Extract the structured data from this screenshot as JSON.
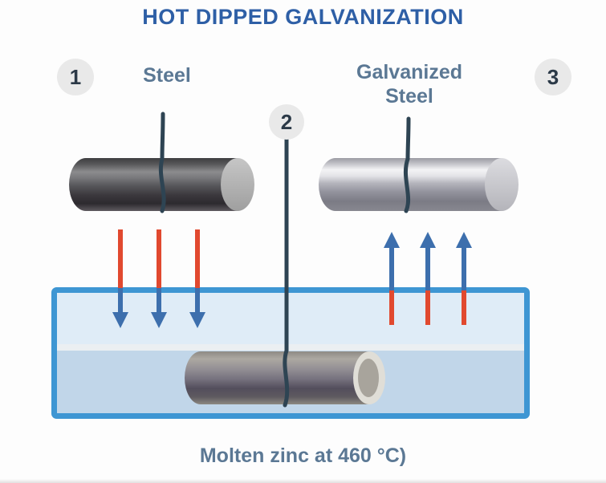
{
  "title": "HOT DIPPED GALVANIZATION",
  "steps": {
    "one": {
      "number": "1",
      "label": "Steel"
    },
    "two": {
      "number": "2"
    },
    "three": {
      "number": "3",
      "label_line1": "Galvanized",
      "label_line2": "Steel"
    }
  },
  "caption": "Molten zinc at 460 °C)",
  "colors": {
    "title_blue": "#2e5fa6",
    "label_blue_gray": "#5b7894",
    "step_circle_bg": "#e9e9e9",
    "step_number": "#2b3947",
    "tank_border_blue": "#3e96d3",
    "zinc_upper": "#dfecf7",
    "zinc_surface": "#ebeff2",
    "zinc_lower": "#c1d6e9",
    "arrow_red": "#e1492f",
    "arrow_blue": "#3d6fad",
    "wire_dark_slate": "#2e4453",
    "steel_dark": "#3b383d",
    "galvanized_highlight": "#f3f3f5"
  }
}
